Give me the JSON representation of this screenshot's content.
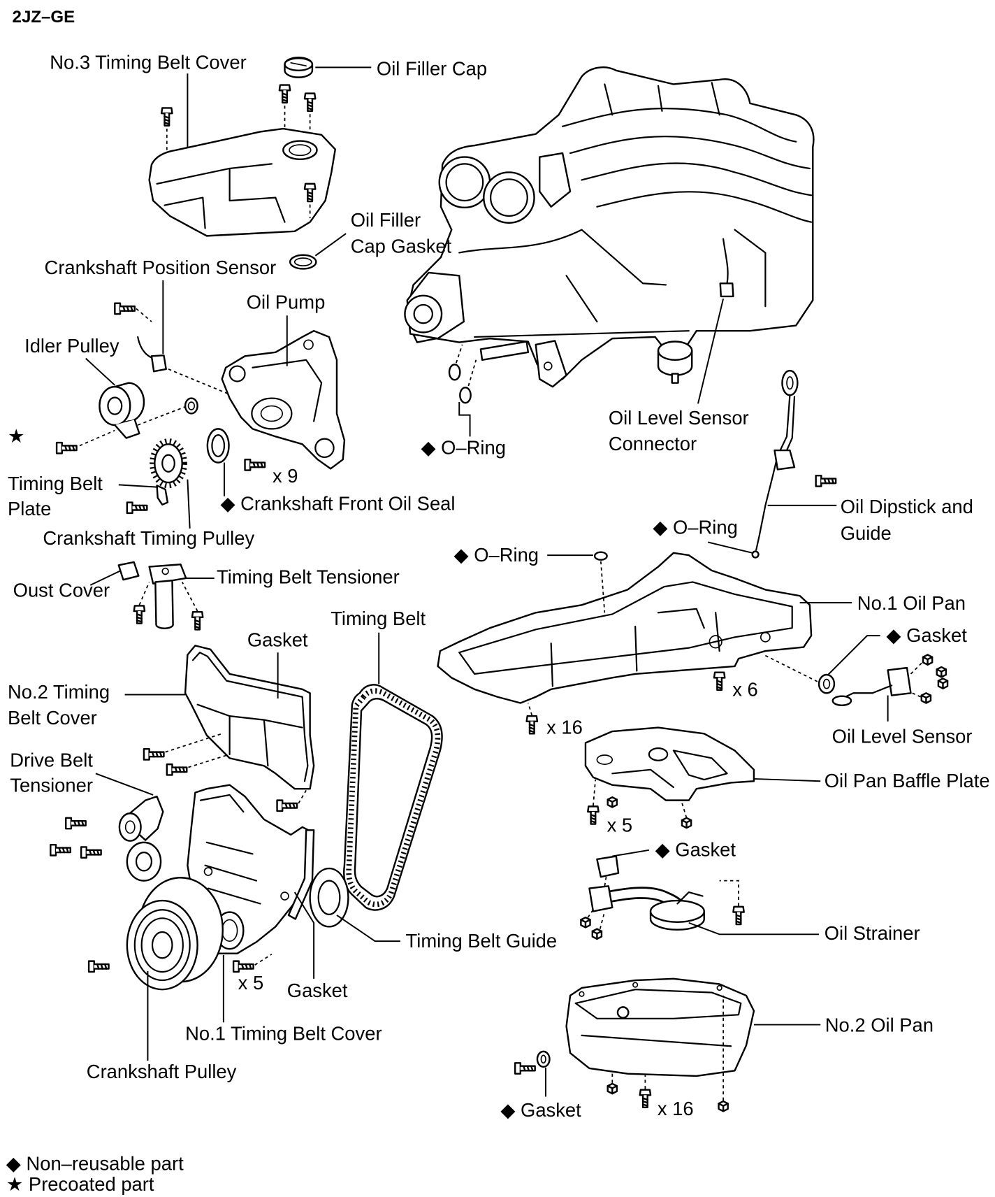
{
  "title": "2JZ–GE",
  "labels": {
    "no3_timing_belt_cover": "No.3 Timing Belt Cover",
    "oil_filler_cap": "Oil Filler Cap",
    "oil_filler_cap_gasket": [
      "Oil Filler",
      "Cap Gasket"
    ],
    "crankshaft_position_sensor": "Crankshaft Position Sensor",
    "oil_pump": "Oil Pump",
    "idler_pulley": "Idler Pulley",
    "idler_bolt_mark": "★",
    "oil_pump_bolt_qty": "x 9",
    "timing_belt_plate": [
      "Timing Belt",
      "Plate"
    ],
    "crankshaft_front_oil_seal": "◆ Crankshaft Front Oil Seal",
    "crankshaft_timing_pulley": "Crankshaft Timing Pulley",
    "oust_cover": "Oust Cover",
    "timing_belt_tensioner": "Timing Belt Tensioner",
    "timing_belt": "Timing Belt",
    "no2_cover_gasket": "Gasket",
    "no2_timing_belt_cover": [
      "No.2 Timing",
      "Belt Cover"
    ],
    "drive_belt_tensioner": [
      "Drive Belt",
      "Tensioner"
    ],
    "no1_cover_bolt_qty": "x 5",
    "no1_cover_gasket": "Gasket",
    "timing_belt_guide": "Timing Belt Guide",
    "no1_timing_belt_cover": "No.1 Timing Belt Cover",
    "crankshaft_pulley": "Crankshaft Pulley",
    "engine_o_ring": "◆ O–Ring",
    "oil_level_sensor_connector": [
      "Oil Level Sensor",
      "Connector"
    ],
    "oil_dipstick_and_guide": [
      "Oil Dipstick and",
      "Guide"
    ],
    "dipstick_o_ring": "◆ O–Ring",
    "oil_pan_o_ring": "◆ O–Ring",
    "no1_oil_pan": "No.1 Oil Pan",
    "oil_level_sensor_gasket": "◆ Gasket",
    "no1_oil_pan_bolt_qty_6": "x 6",
    "no1_oil_pan_bolt_qty_16": "x 16",
    "oil_level_sensor": "Oil Level Sensor",
    "oil_pan_baffle_plate": "Oil Pan Baffle Plate",
    "baffle_nut_qty": "x 5",
    "oil_strainer_gasket": "◆ Gasket",
    "oil_strainer": "Oil Strainer",
    "no2_oil_pan": "No.2 Oil Pan",
    "drain_plug_gasket": "◆ Gasket",
    "no2_oil_pan_bolt_qty": "x 16"
  },
  "legend": {
    "non_reusable": "◆ Non–reusable part",
    "precoated": "★ Precoated part"
  }
}
